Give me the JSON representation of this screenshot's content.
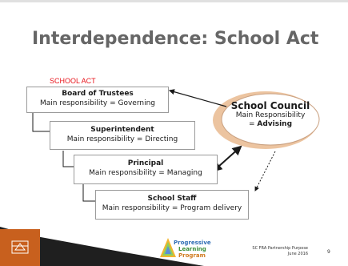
{
  "slide": {
    "title": "Interdependence: School Act",
    "section_label": "SCHOOL ACT",
    "boxes": [
      {
        "title": "Board of Trustees",
        "role": "Main responsibility = Governing"
      },
      {
        "title": "Superintendent",
        "role": "Main responsibility = Directing"
      },
      {
        "title": "Principal",
        "role": "Main responsibility = Managing"
      },
      {
        "title": "School Staff",
        "role": "Main responsibility = Program delivery"
      }
    ],
    "council": {
      "title": "School Council",
      "subtitle": "Main Responsibility",
      "eq": "= ",
      "role": "Advising"
    },
    "footer": {
      "line1": "SC FRA Partnership Purpose",
      "line2": "June 2016",
      "page": "9",
      "logo_line1": "Progressive",
      "logo_line2": "Learning",
      "logo_line3": "Program"
    }
  },
  "colors": {
    "title": "#666666",
    "label": "#e8141b",
    "accent": "#c8601e",
    "dark": "#1f1f1f"
  }
}
